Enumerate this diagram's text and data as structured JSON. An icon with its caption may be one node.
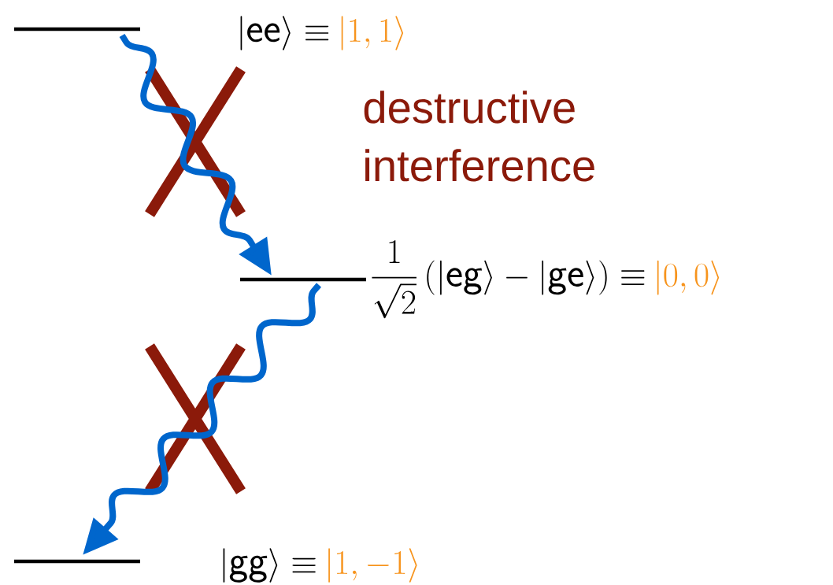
{
  "diagram": {
    "nodes": [
      {
        "text": [
          "|\\mathsf{ee}\\rangle \\equiv",
          "|1, 1\\rangle"
        ]
      },
      {
        "text": [
          "\\frac{1}{\\sqrt{2}}\\left(|\\mathsf{eg}\\rangle - |\\mathsf{ge}\\rangle\\right) \\equiv",
          "|0, 0\\rangle"
        ]
      },
      {
        "text": [
          "|\\mathsf{gg}\\rangle \\equiv",
          "|1, -1\\rangle"
        ]
      }
    ],
    "edges": [
      {
        "from": 0,
        "to": 1,
        "arrow": "to",
        "color": "#0066cc"
      },
      {
        "from": 1,
        "to": 2,
        "arrow": "to",
        "color": "#0066cc"
      }
    ],
    "labels": [
      "destructive interference"
    ]
  }
}
